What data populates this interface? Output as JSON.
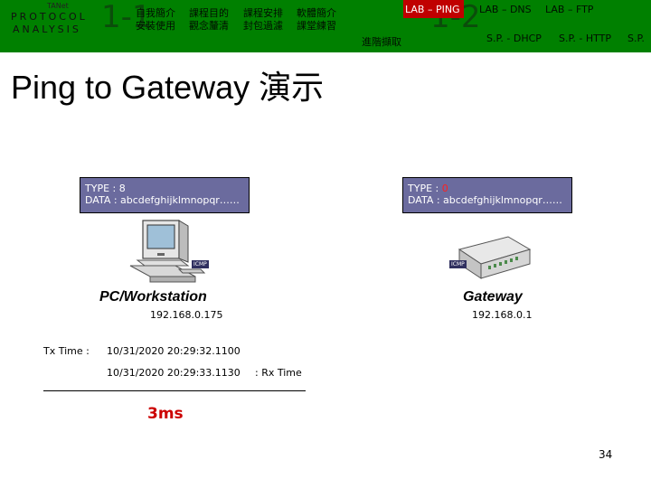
{
  "header": {
    "brand_tag": "TANet",
    "brand_line1": "PROTOCOL",
    "brand_line2": "ANALYSIS",
    "section_num_1": "1-1",
    "section_num_2": "1-2",
    "menu_row1": [
      "自我簡介",
      "課程目的",
      "課程安排",
      "軟體簡介"
    ],
    "menu_row2": [
      "安裝使用",
      "觀念釐清",
      "封包過濾",
      "課堂練習"
    ],
    "advanced": "進階擷取",
    "labs_row1": [
      "LAB – PING",
      "LAB – DNS",
      "LAB – FTP"
    ],
    "labs_row2": [
      "S.P. - DHCP",
      "S.P. - HTTP",
      "S.P."
    ]
  },
  "slide": {
    "title": "Ping to Gateway",
    "title_cjk": "演示",
    "left_box": {
      "type_line": "TYPE : 8",
      "data_line": "DATA : abcdefghijklmnopqr……"
    },
    "right_box": {
      "type_prefix": "TYPE : ",
      "type_value": "0",
      "data_line": "DATA : abcdefghijklmnopqr……"
    },
    "pc": {
      "name": "PC/Workstation",
      "ip": "192.168.0.175",
      "icmp": "ICMP"
    },
    "gateway": {
      "name": "Gateway",
      "ip": "192.168.0.1",
      "icmp": "ICMP"
    },
    "tx_label": "Tx Time :",
    "tx_time": "10/31/2020  20:29:32.1100",
    "rx_time": "10/31/2020  20:29:33.1130",
    "rx_label": ": Rx Time",
    "rtt": "3ms",
    "page_number": "34"
  },
  "colors": {
    "header_bg": "#008000",
    "lab_active_bg": "#c00000",
    "box_bg": "#6b6b9e",
    "highlight": "#ff2020",
    "rtt": "#cc0000"
  },
  "icons": [
    "computer-workstation-icon",
    "gateway-router-icon"
  ]
}
